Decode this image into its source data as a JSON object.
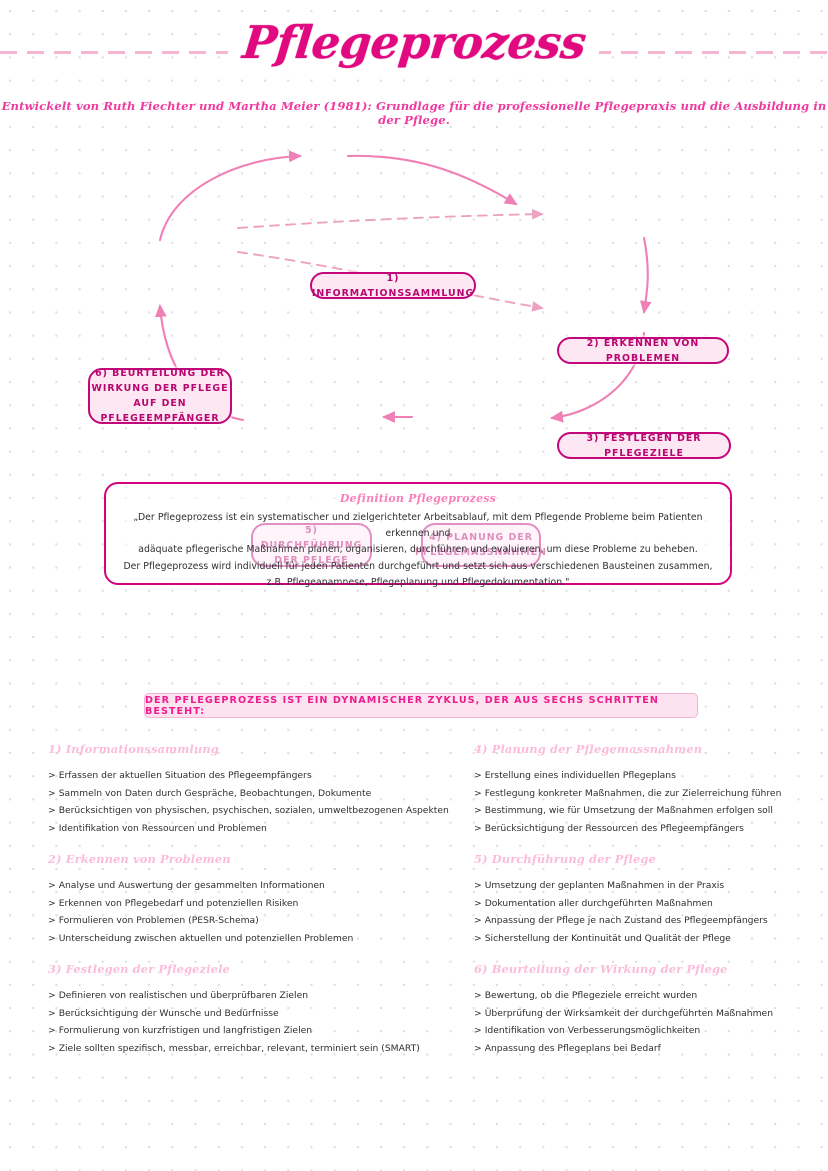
{
  "page": {
    "title": "Pflegeprozess",
    "subtitle": "Entwickelt von Ruth Fiechter und Martha Meier (1981): Grundlage für die professionelle Pflegepraxis und die Ausbildung in der Pflege.",
    "accent_strong": "#c2077a",
    "accent_title": "#e0097f",
    "accent_soft": "#fbbcd9",
    "node_fill": "#fde7f2",
    "banner_fill": "#fce3ef",
    "paper_bg": "#ffffff",
    "dot_color": "#dcdce2"
  },
  "cycle": {
    "nodes": [
      {
        "id": "1",
        "label": "1) INFORMATIONSSAMMLUNG"
      },
      {
        "id": "2",
        "label": "2) ERKENNEN VON PROBLEMEN"
      },
      {
        "id": "3",
        "label": "3) FESTLEGEN DER PFLEGEZIELE"
      },
      {
        "id": "4",
        "label": "4) PLANUNG DER PFLEGEMASSNAHMEN"
      },
      {
        "id": "5",
        "label": "5) DURCHFÜHRUNG DER PFLEGE"
      },
      {
        "id": "6",
        "label": "6) BEURTEILUNG DER WIRKUNG DER PFLEGE AUF DEN PFLEGEEMPFÄNGER"
      }
    ],
    "edges": [
      {
        "from": "6",
        "to": "1",
        "style": "solid"
      },
      {
        "from": "1",
        "to": "2",
        "style": "solid"
      },
      {
        "from": "2",
        "to": "3",
        "style": "solid"
      },
      {
        "from": "3",
        "to": "4",
        "style": "solid"
      },
      {
        "from": "4",
        "to": "5",
        "style": "solid"
      },
      {
        "from": "5",
        "to": "6",
        "style": "solid"
      },
      {
        "from": "6",
        "to": "2",
        "style": "dashed"
      },
      {
        "from": "6",
        "to": "3",
        "style": "dashed"
      }
    ]
  },
  "definition": {
    "heading": "Definition Pflegeprozess",
    "lines": [
      "„Der Pflegeprozess ist ein systematischer und zielgerichteter Arbeitsablauf, mit dem Pflegende Probleme beim Patienten erkennen und",
      "adäquate pflegerische Maßnahmen planen, organisieren, durchführen und evaluieren, um diese Probleme zu beheben.",
      "Der Pflegeprozess wird individuell für jeden Patienten durchgeführt und setzt sich aus verschiedenen Bausteinen zusammen,",
      "z.B. Pflegeanamnese, Pflegeplanung und Pflegedokumentation.\""
    ]
  },
  "banner": {
    "text": "DER PFLEGEPROZESS IST EIN DYNAMISCHER ZYKLUS, DER AUS SECHS SCHRITTEN BESTEHT:"
  },
  "steps": [
    {
      "heading": "1) Informationssammlung",
      "items": [
        "Erfassen der aktuellen Situation des Pflegeempfängers",
        "Sammeln von Daten durch Gespräche, Beobachtungen, Dokumente",
        "Berücksichtigen von physischen, psychischen, sozialen, umweltbezogenen Aspekten",
        "Identifikation von Ressourcen und Problemen"
      ]
    },
    {
      "heading": "2) Erkennen von Problemen",
      "items": [
        "Analyse und Auswertung der gesammelten Informationen",
        "Erkennen von Pflegebedarf und potenziellen Risiken",
        "Formulieren von Problemen (PESR-Schema)",
        "Unterscheidung zwischen aktuellen und potenziellen Problemen"
      ]
    },
    {
      "heading": "3) Festlegen der Pflegeziele",
      "items": [
        "Definieren von realistischen  und überprüfbaren Zielen",
        "Berücksichtigung der Wunsche und Bedürfnisse",
        "Formulierung von kurzfristigen und langfristigen Zielen",
        "Ziele sollten spezifisch, messbar, erreichbar, relevant, terminiert sein (SMART)"
      ]
    },
    {
      "heading": "4) Planung der Pflegemassnahmen",
      "items": [
        "Erstellung eines individuellen Pflegeplans",
        "Festlegung konkreter Maßnahmen, die zur Zielerreichung führen",
        "Bestimmung, wie für Umsetzung der Maßnahmen erfolgen soll",
        "Berücksichtigung der Ressourcen des Pflegeempfängers"
      ]
    },
    {
      "heading": "5) Durchführung der Pflege",
      "items": [
        "Umsetzung der geplanten Maßnahmen in der Praxis",
        "Dokumentation aller durchgeführten Maßnahmen",
        "Anpassung der Pflege je nach Zustand des Pflegeempfängers",
        "Sicherstellung der Kontinuität und Qualität der Pflege"
      ]
    },
    {
      "heading": "6) Beurteilung der Wirkung der Pflege",
      "items": [
        "Bewertung, ob die Pflegeziele erreicht wurden",
        "Überprüfung der Wirksamkeit der durchgeführten Maßnahmen",
        "Identifikation von Verbesserungsmöglichkeiten",
        "Anpassung des Pflegeplans bei Bedarf"
      ]
    }
  ],
  "bullet_glyph": ">"
}
